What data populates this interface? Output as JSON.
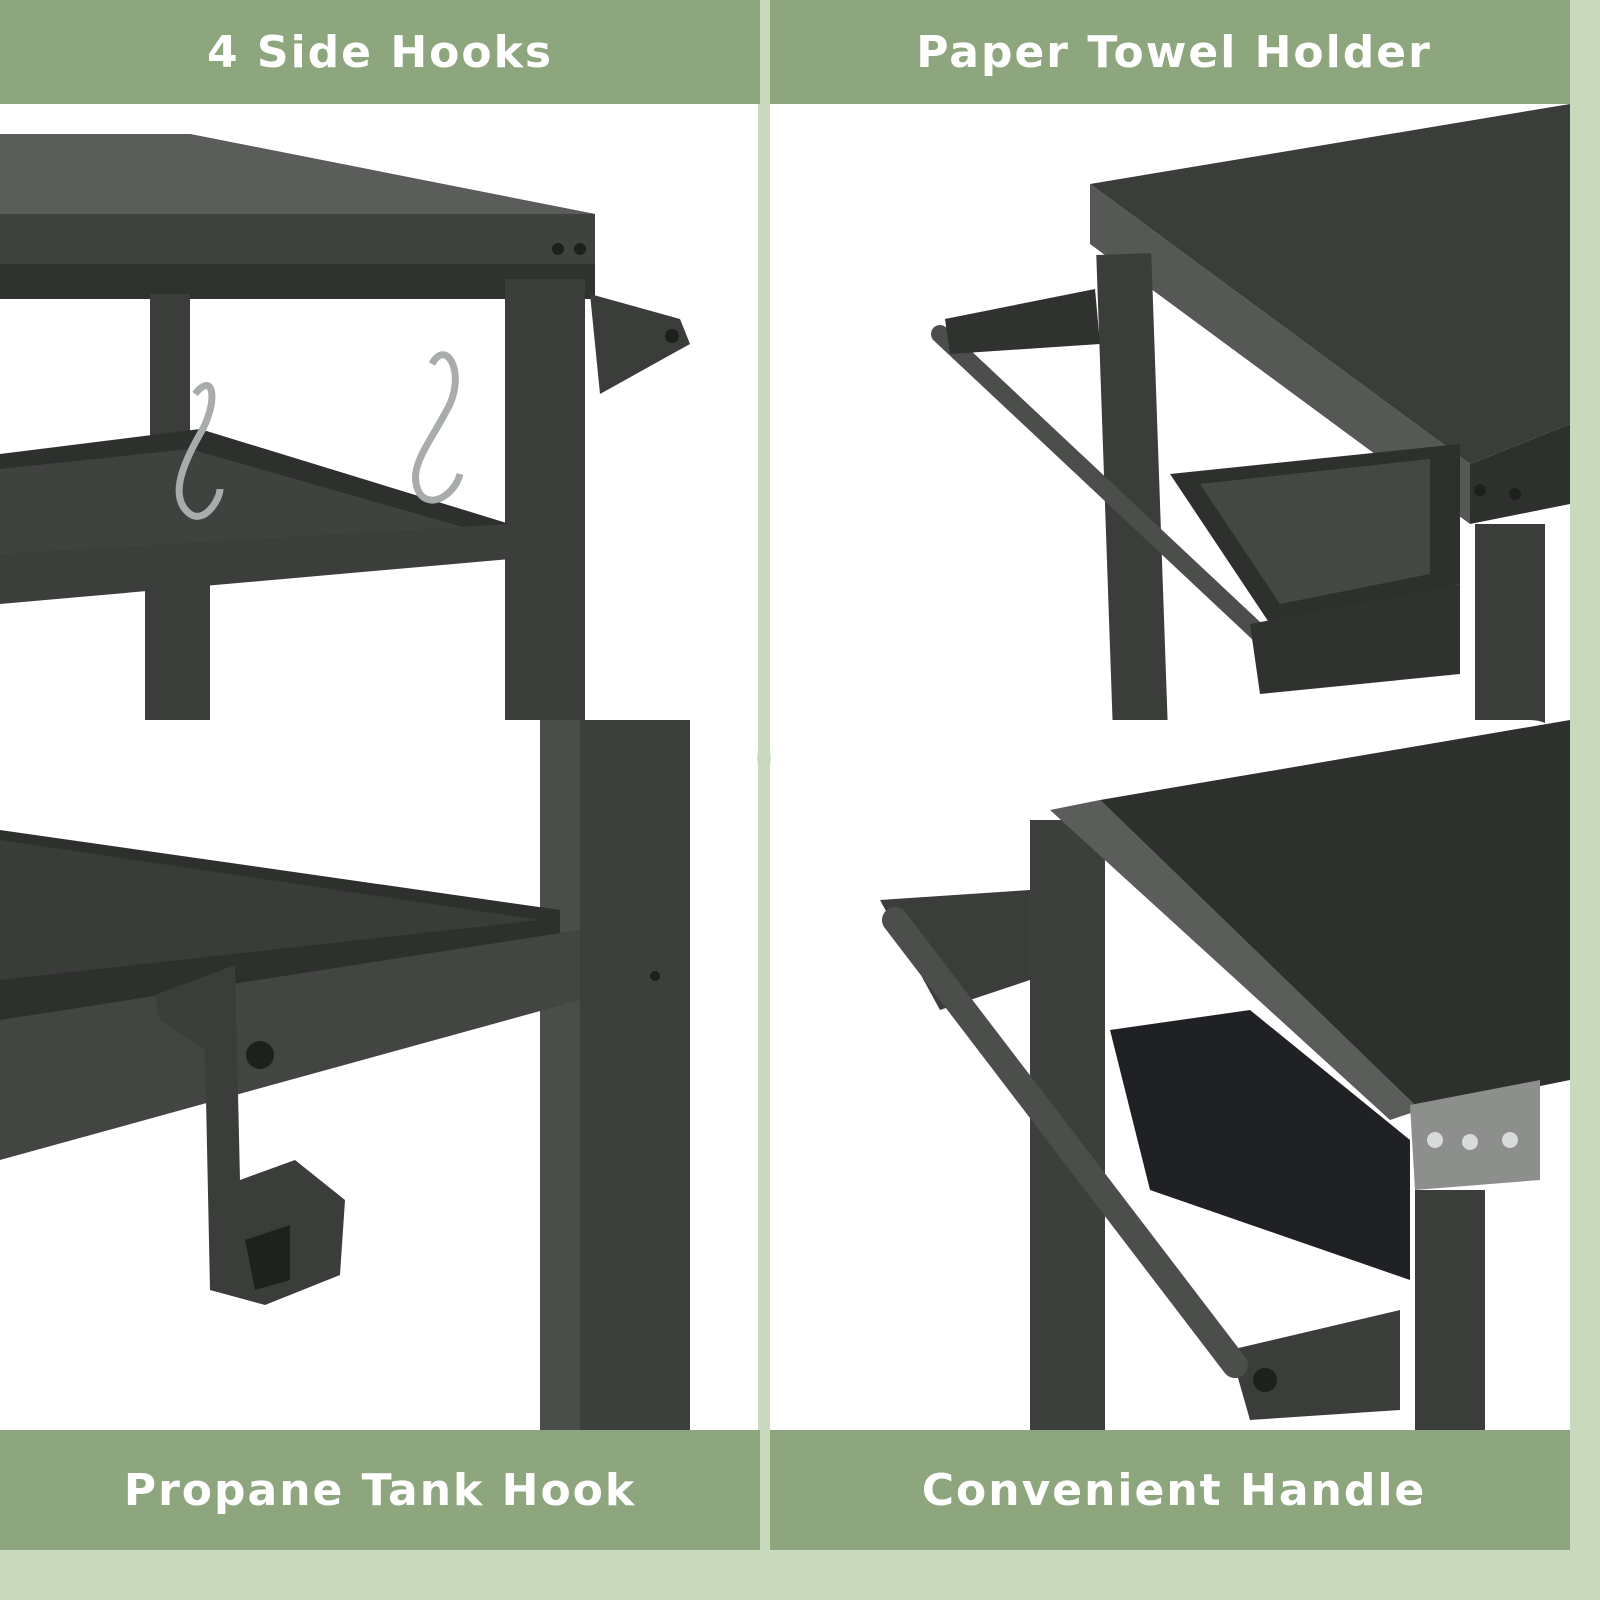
{
  "features": [
    {
      "label": "4 Side Hooks",
      "icon": "s-hook-icon"
    },
    {
      "label": "Paper Towel Holder",
      "icon": "towel-bar-icon"
    },
    {
      "label": "Propane Tank Hook",
      "icon": "tank-hook-icon"
    },
    {
      "label": "Convenient Handle",
      "icon": "handle-bar-icon"
    }
  ],
  "colors": {
    "background": "#c9d9bd",
    "banner": "#8da67e",
    "banner_text": "#ffffff",
    "metal": "#3c3f3c",
    "metal_light": "#5e625e",
    "hook_silver": "#a9acac"
  }
}
